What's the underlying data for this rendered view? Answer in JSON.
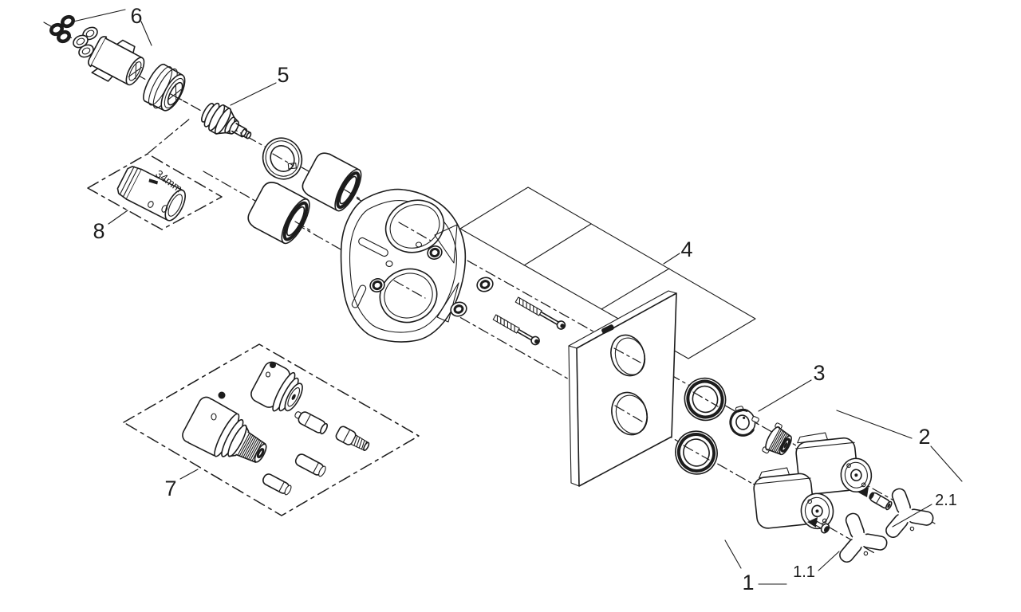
{
  "diagram": {
    "background_color": "#ffffff",
    "line_color": "#1c1c1c",
    "labels": {
      "part1": "1",
      "part1_1": "1.1",
      "part2": "2",
      "part2_1": "2.1",
      "part3": "3",
      "part4": "4",
      "part5": "5",
      "part6": "6",
      "part7": "7",
      "part8": "8",
      "tool_size": "34mm"
    },
    "parts": [
      {
        "label": "1",
        "name": "grip-housing-lower"
      },
      {
        "label": "1.1",
        "name": "cross-handle-cap-lower"
      },
      {
        "label": "2",
        "name": "grip-housing-upper"
      },
      {
        "label": "2.1",
        "name": "cross-handle-cap-upper"
      },
      {
        "label": "3",
        "name": "stop-ring"
      },
      {
        "label": "4",
        "name": "escutcheon-plate"
      },
      {
        "label": "5",
        "name": "thermostatic-cartridge"
      },
      {
        "label": "6",
        "name": "check-valve-set"
      },
      {
        "label": "7",
        "name": "extension-set"
      },
      {
        "label": "8",
        "name": "socket-tool-34mm"
      }
    ]
  }
}
